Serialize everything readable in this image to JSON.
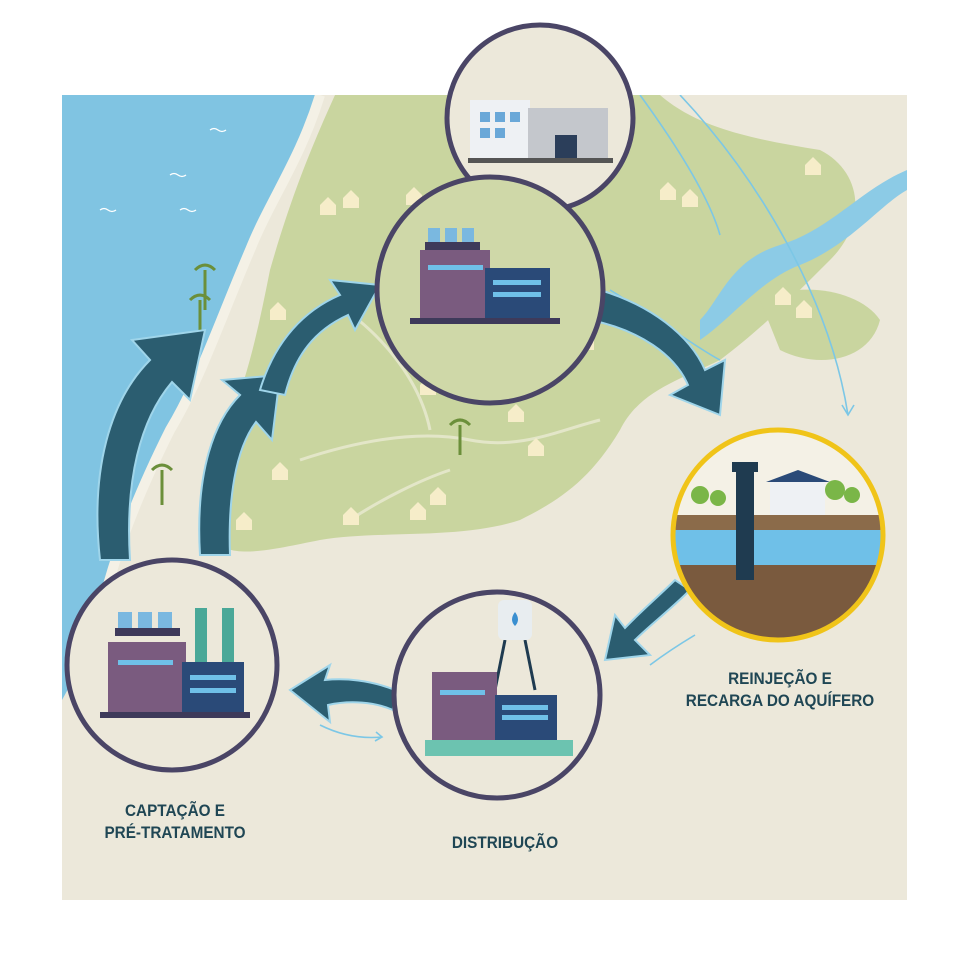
{
  "stages": [
    {
      "id": "capture",
      "label_line1": "CAPTAÇÃO E",
      "label_line2": "PRÉ-TRATAMENTO"
    },
    {
      "id": "distribution",
      "label_line1": "DISTRIBUÇÃO"
    },
    {
      "id": "recharge",
      "label_line1": "REINJEÇÃO E",
      "label_line2": "RECARGA DO AQUÍFERO"
    }
  ],
  "colors": {
    "background": "#ece8da",
    "sea": "#7fc3e0",
    "land": "#c9d59f",
    "arrow": "#2b5d70",
    "ring": "#4a4566",
    "highlight_ring": "#f0c419",
    "text": "#1f4654"
  }
}
